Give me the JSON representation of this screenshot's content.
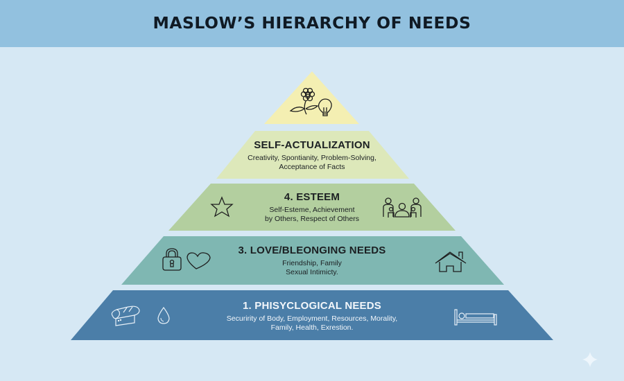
{
  "header": {
    "title": "MASLOW’S HIERARCHY OF NEEDS"
  },
  "colors": {
    "background": "#d6e8f4",
    "header": "#92c1df",
    "tier_top": "#f4efb2",
    "tier_self_actualization": "#dde8ba",
    "tier_esteem": "#b3cf9f",
    "tier_love": "#7fb7b2",
    "tier_physiological": "#4b7ea8"
  },
  "pyramid": {
    "top": {
      "icons": [
        "flower-icon",
        "lightbulb-icon"
      ]
    },
    "self_actualization": {
      "title": "SELF-ACTUALIZATION",
      "desc_line1": "Creativity, Spontianity, Problem-Solving,",
      "desc_line2": "Acceptance of Facts"
    },
    "esteem": {
      "title": "4. ESTEEM",
      "desc_line1": "Self-Esteme, Achievement",
      "desc_line2": "by Others, Respect of Others",
      "icons": [
        "star-icon",
        "family-icon"
      ]
    },
    "love": {
      "title": "3. LOVE/BLEONGING NEEDS",
      "desc_line1": "Friendship, Family",
      "desc_line2": "Sexual Intimicty.",
      "icons": [
        "padlock-icon",
        "heart-icon",
        "house-icon"
      ]
    },
    "physiological": {
      "title": "1. PHISYCLOGICAL NEEDS",
      "desc_line1": "Securirity of Body, Employment, Resources, Morality,",
      "desc_line2": "Family, Health, Exrestion.",
      "icons": [
        "bread-icon",
        "water-drop-icon",
        "bed-icon"
      ]
    }
  },
  "watermark": {
    "icon": "sparkle-icon"
  }
}
